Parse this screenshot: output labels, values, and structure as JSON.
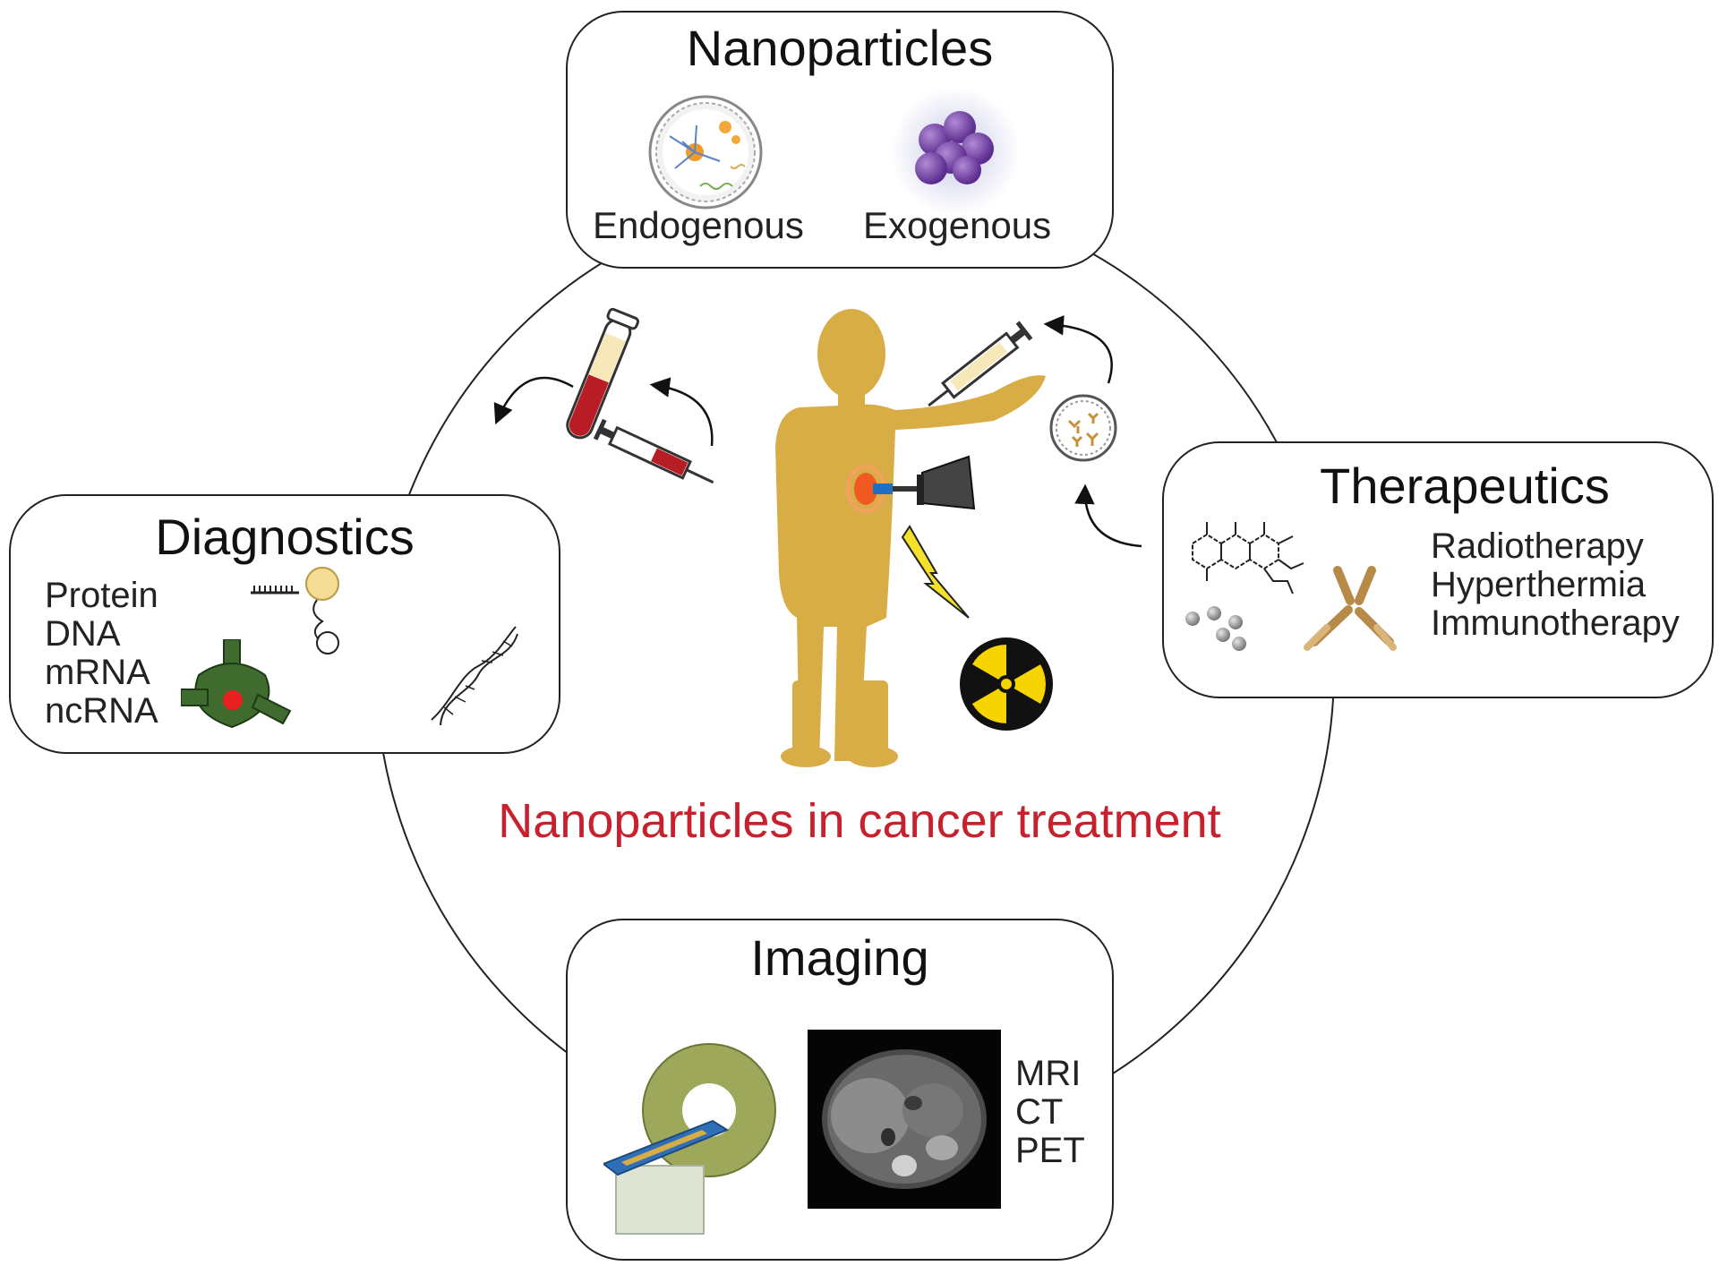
{
  "diagram": {
    "caption": "Nanoparticles in cancer treatment",
    "caption_color": "#c8202c",
    "body_color": "#d8ad45",
    "nanoparticles": {
      "title": "Nanoparticles",
      "labels": [
        "Endogenous",
        "Exogenous"
      ]
    },
    "diagnostics": {
      "title": "Diagnostics",
      "items": [
        "Protein",
        "DNA",
        "mRNA",
        "ncRNA"
      ]
    },
    "therapeutics": {
      "title": "Therapeutics",
      "items": [
        "Radiotherapy",
        "Hyperthermia",
        "Immunotherapy"
      ]
    },
    "imaging": {
      "title": "Imaging",
      "items": [
        "MRI",
        "CT",
        "PET"
      ]
    }
  }
}
